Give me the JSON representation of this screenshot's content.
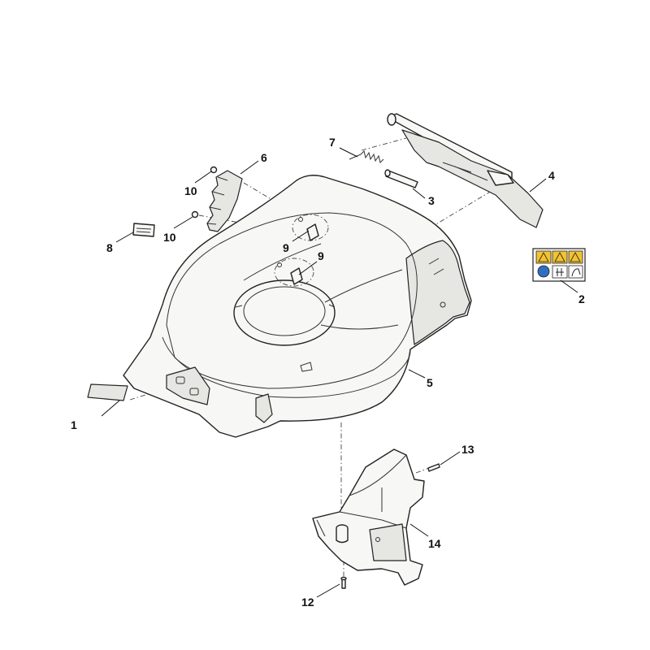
{
  "callouts": [
    {
      "id": "c1",
      "label": "1"
    },
    {
      "id": "c2",
      "label": "2"
    },
    {
      "id": "c3",
      "label": "3"
    },
    {
      "id": "c4",
      "label": "4"
    },
    {
      "id": "c5",
      "label": "5"
    },
    {
      "id": "c6",
      "label": "6"
    },
    {
      "id": "c7",
      "label": "7"
    },
    {
      "id": "c8",
      "label": "8"
    },
    {
      "id": "c9a",
      "label": "9"
    },
    {
      "id": "c9b",
      "label": "9"
    },
    {
      "id": "c10a",
      "label": "10"
    },
    {
      "id": "c10b",
      "label": "10"
    },
    {
      "id": "c12",
      "label": "12"
    },
    {
      "id": "c13",
      "label": "13"
    },
    {
      "id": "c14",
      "label": "14"
    }
  ],
  "colors": {
    "warning_yellow": "#f2c230",
    "instruction_blue": "#2f6fc0",
    "outline": "#222222",
    "part_fill": "#f7f7f5"
  }
}
